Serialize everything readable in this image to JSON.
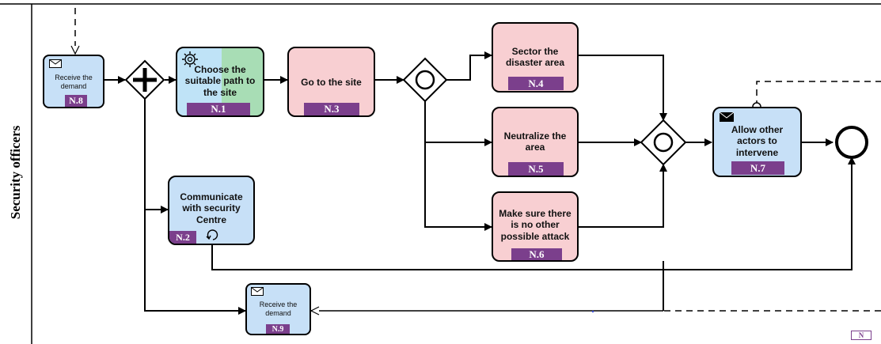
{
  "lane": {
    "label": "Security officers"
  },
  "tasks": {
    "n8": {
      "label": "Receive the demand",
      "code": "N.8"
    },
    "n1": {
      "label": "Choose the suitable path to the site",
      "code": "N.1"
    },
    "n3": {
      "label": "Go to the site",
      "code": "N.3"
    },
    "n4": {
      "label": "Sector  the disaster area",
      "code": "N.4"
    },
    "n5": {
      "label": "Neutralize the area",
      "code": "N.5"
    },
    "n6": {
      "label": "Make sure there is no other possible attack",
      "code": "N.6"
    },
    "n7": {
      "label": "Allow other actors to intervene",
      "code": "N.7"
    },
    "n2": {
      "label": "Communicate with security Centre",
      "code": "N.2"
    },
    "n9": {
      "label": "Receive the demand",
      "code": "N.9"
    }
  },
  "legend": {
    "code": "N"
  },
  "colors": {
    "task_blue": "#c7e0f7",
    "task_pink": "#f8cfd2",
    "task_green": "#a8ddb5",
    "code_purple": "#7b3f8c"
  },
  "icons": {
    "message": "envelope-icon",
    "service": "gear-icon",
    "loop": "loop-icon",
    "parallel_gateway": "plus-icon",
    "inclusive_gateway": "circle-icon"
  }
}
